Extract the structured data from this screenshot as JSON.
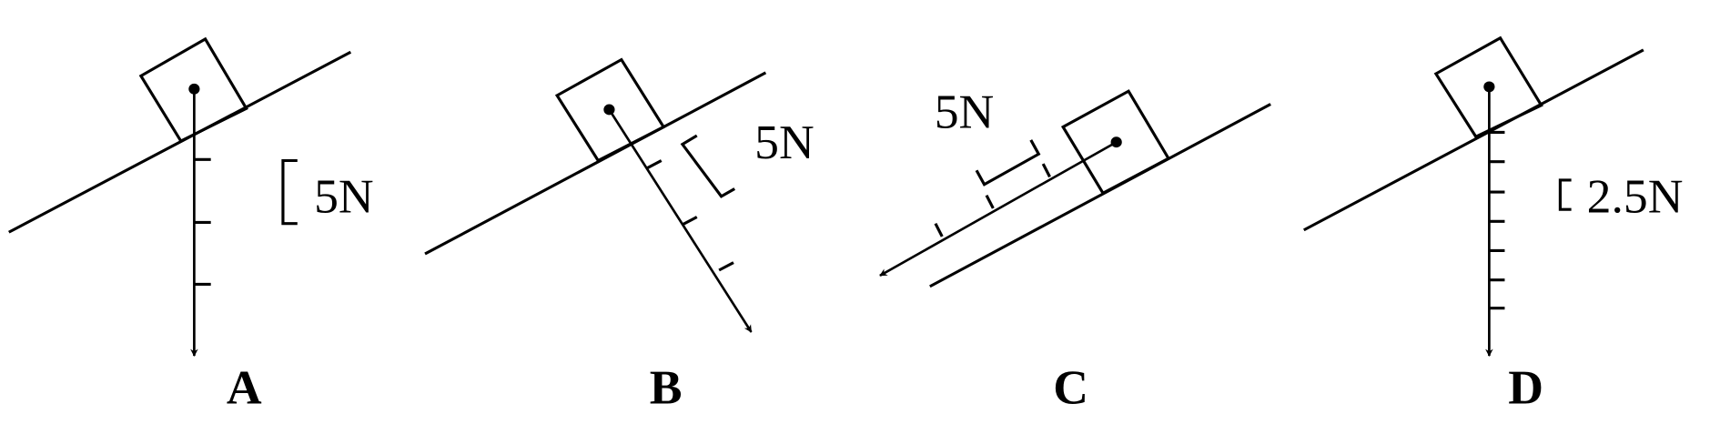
{
  "options": [
    {
      "label": "A",
      "scale_text": "5N"
    },
    {
      "label": "B",
      "scale_text": "5N"
    },
    {
      "label": "C",
      "scale_text": "5N"
    },
    {
      "label": "D",
      "scale_text": "2.5N"
    }
  ]
}
